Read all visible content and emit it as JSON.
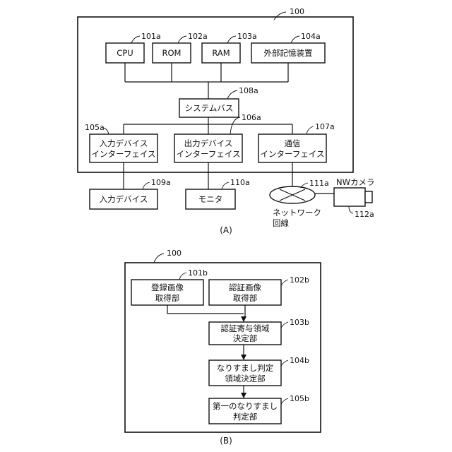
{
  "figure_a": {
    "ref": "100",
    "caption": "(A)",
    "cpu": {
      "label": "CPU",
      "ref": "101a"
    },
    "rom": {
      "label": "ROM",
      "ref": "102a"
    },
    "ram": {
      "label": "RAM",
      "ref": "103a"
    },
    "ext_storage": {
      "label": "外部記憶装置",
      "ref": "104a"
    },
    "system_bus": {
      "label": "システムバス",
      "ref": "108a"
    },
    "input_if": {
      "line1": "入力デバイス",
      "line2": "インターフェイス",
      "ref": "105a"
    },
    "output_if": {
      "line1": "出力デバイス",
      "line2": "インターフェイス",
      "ref": "106a"
    },
    "comm_if": {
      "line1": "通信",
      "line2": "インターフェイス",
      "ref": "107a"
    },
    "input_device": {
      "label": "入力デバイス",
      "ref": "109a"
    },
    "monitor": {
      "label": "モニタ",
      "ref": "110a"
    },
    "network": {
      "line1": "ネットワーク",
      "line2": "回線",
      "ref": "111a"
    },
    "nw_camera": {
      "label": "NWカメラ",
      "ref": "112a"
    }
  },
  "figure_b": {
    "ref": "100",
    "caption": "(B)",
    "registered_image": {
      "line1": "登録画像",
      "line2": "取得部",
      "ref": "101b"
    },
    "auth_image": {
      "line1": "認証画像",
      "line2": "取得部",
      "ref": "102b"
    },
    "contribution_region": {
      "line1": "認証寄与領域",
      "line2": "決定部",
      "ref": "103b"
    },
    "spoof_region": {
      "line1": "なりすまし判定",
      "line2": "領域決定部",
      "ref": "104b"
    },
    "first_spoof": {
      "line1": "第一のなりすまし",
      "line2": "判定部",
      "ref": "105b"
    }
  }
}
